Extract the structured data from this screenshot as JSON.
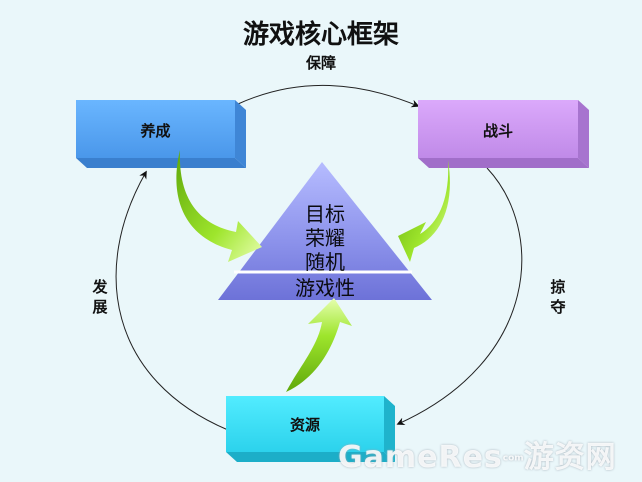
{
  "title": "游戏核心框架",
  "edges": {
    "top": "保障",
    "left": "发展",
    "right": "掠夺"
  },
  "nodes": {
    "cultivate": "养成",
    "battle": "战斗",
    "resources": "资源"
  },
  "pyramid": {
    "lines": [
      "目标",
      "荣耀",
      "随机"
    ],
    "base": "游戏性"
  },
  "watermark": {
    "brand": "GameRes",
    "small": "com",
    "cn": "游资网"
  },
  "colors": {
    "cultivate": "#5aa9f5",
    "battle": "#cf9af0",
    "resources": "#3ee0f5",
    "pyramid": "#8c90e8",
    "arrow": "#8ed81e"
  }
}
